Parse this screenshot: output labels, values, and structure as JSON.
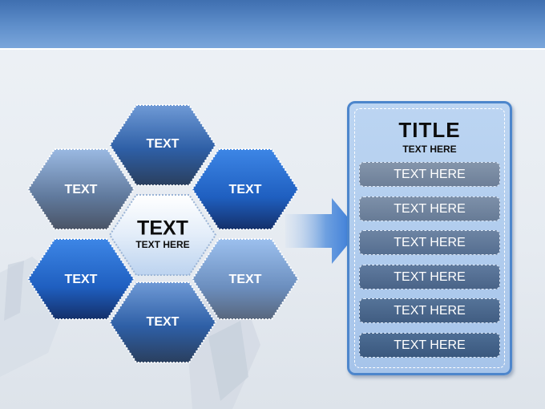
{
  "hexagons": {
    "top": "TEXT",
    "upper_left": "TEXT",
    "upper_right": "TEXT",
    "center_title": "TEXT",
    "center_subtitle": "TEXT HERE",
    "lower_left": "TEXT",
    "lower_right": "TEXT",
    "bottom": "TEXT"
  },
  "panel": {
    "title": "TITLE",
    "subtitle": "TEXT HERE",
    "items": [
      "TEXT HERE",
      "TEXT HERE",
      "TEXT HERE",
      "TEXT HERE",
      "TEXT HERE",
      "TEXT HERE"
    ]
  },
  "colors": {
    "header": "#5f8fcb",
    "hex_dark": "#1f4f91",
    "hex_bright": "#2d6fd1",
    "hex_pale": "#8fb3e0",
    "hex_gray": "#5f6f86",
    "panel_item_dark": "#3f5e83",
    "panel_item_gray": "#7487a0",
    "panel_border": "#4d86cc"
  }
}
